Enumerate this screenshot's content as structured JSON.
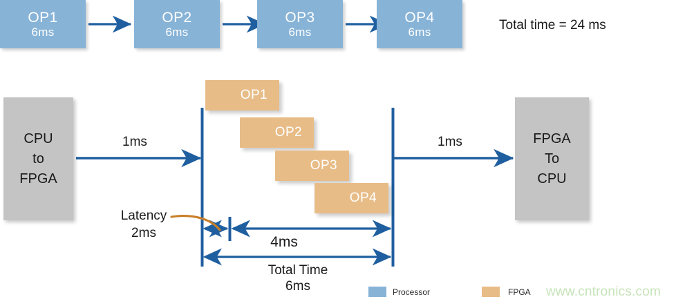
{
  "serial_pipeline": {
    "ops": [
      {
        "name": "OP1",
        "duration": "6ms"
      },
      {
        "name": "OP2",
        "duration": "6ms"
      },
      {
        "name": "OP3",
        "duration": "6ms"
      },
      {
        "name": "OP4",
        "duration": "6ms"
      }
    ],
    "total_label": "Total time = 24 ms"
  },
  "pipelined": {
    "input_box": {
      "line1": "CPU",
      "line2": "to",
      "line3": "FPGA"
    },
    "output_box": {
      "line1": "FPGA",
      "line2": "To",
      "line3": "CPU"
    },
    "input_transfer_label": "1ms",
    "output_transfer_label": "1ms",
    "ops": [
      {
        "name": "OP1"
      },
      {
        "name": "OP2"
      },
      {
        "name": "OP3"
      },
      {
        "name": "OP4"
      }
    ],
    "latency_label_line1": "Latency",
    "latency_label_line2": "2ms",
    "throughput_label": "4ms",
    "total_time_line1": "Total Time",
    "total_time_line2": "6ms"
  },
  "legend": {
    "items": [
      {
        "label": "Processor",
        "color": "#87b3d7"
      },
      {
        "label": "FPGA",
        "color": "#e8bc87"
      }
    ]
  },
  "watermark": "www.cntronics.com",
  "colors": {
    "processor_blue": "#87b3d7",
    "fpga_orange": "#e8bc87",
    "gray_box": "#c4c4c4",
    "arrow_blue": "#1f5fa0",
    "latency_curve": "#c87f28",
    "watermark_green": "#c6e3b8"
  }
}
